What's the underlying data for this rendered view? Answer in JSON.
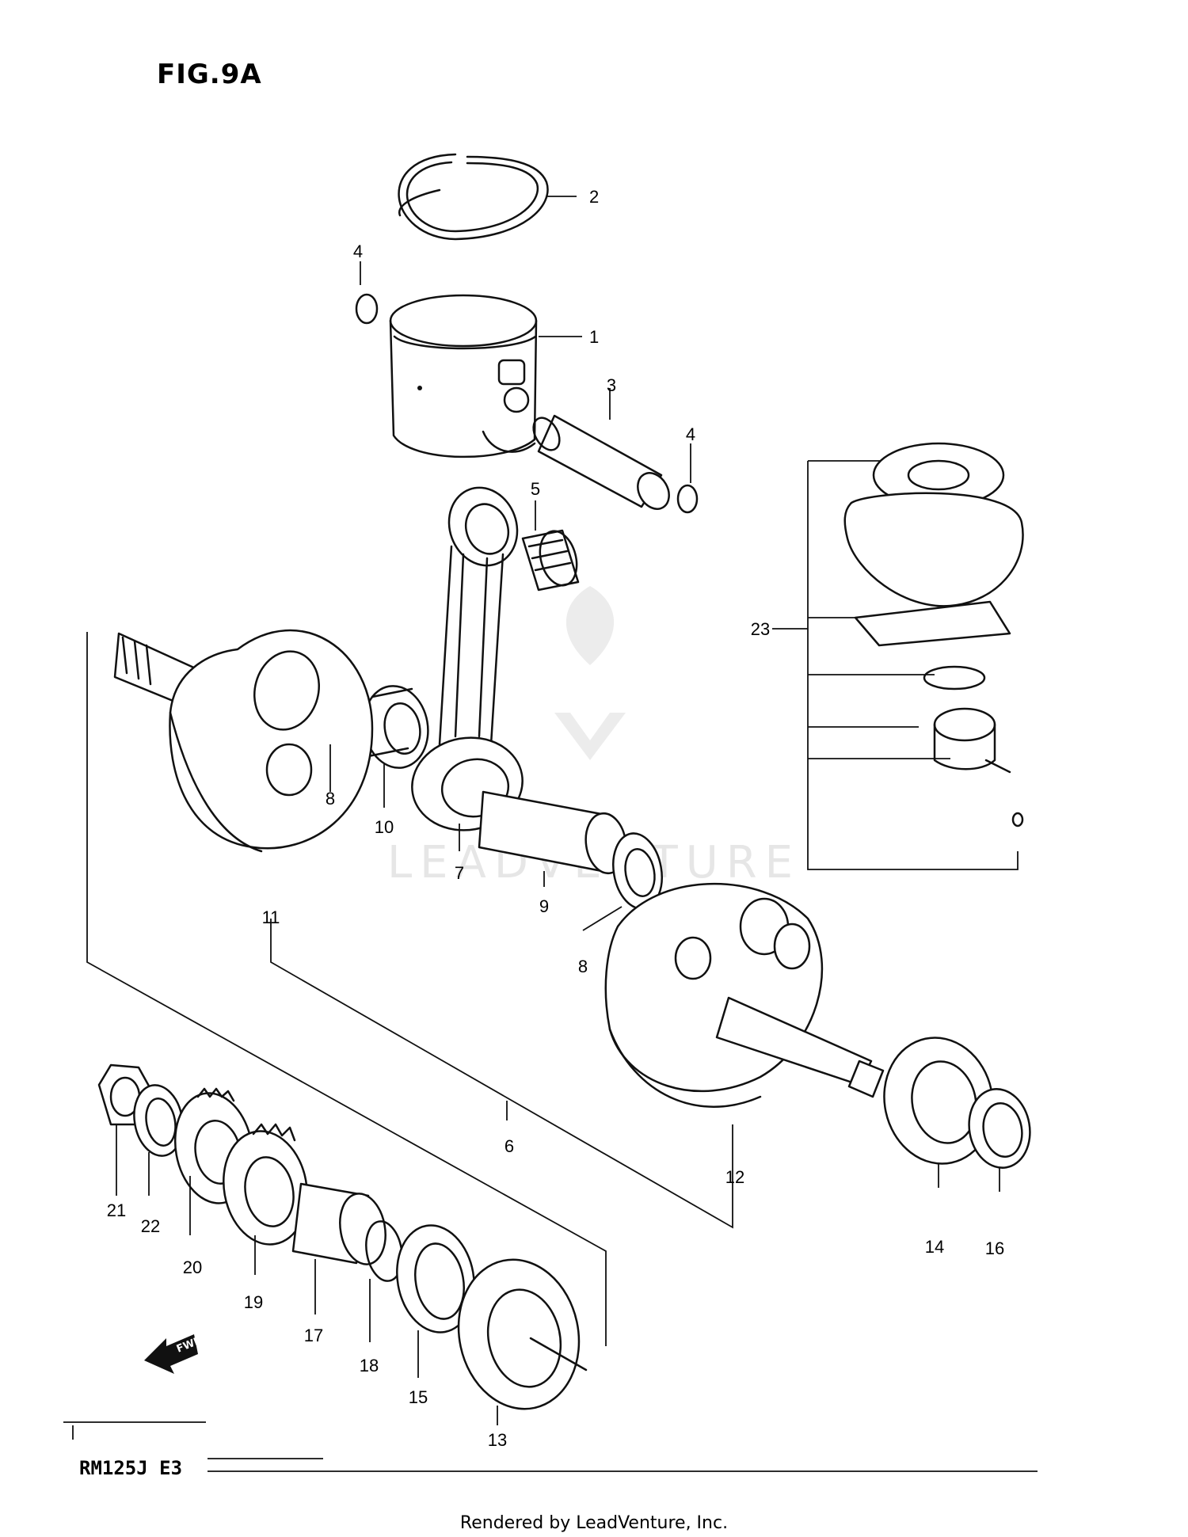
{
  "figure": {
    "title": "FIG.9A",
    "model": "RM125J E3",
    "footer": "Rendered by LeadVenture, Inc.",
    "watermark": "LEADVENTURE"
  },
  "callouts": [
    "1",
    "2",
    "3",
    "4",
    "4",
    "5",
    "6",
    "7",
    "8",
    "8",
    "9",
    "10",
    "11",
    "12",
    "13",
    "14",
    "15",
    "16",
    "17",
    "18",
    "19",
    "20",
    "21",
    "22",
    "23"
  ],
  "icons": {
    "fwd_arrow": "FWD"
  }
}
